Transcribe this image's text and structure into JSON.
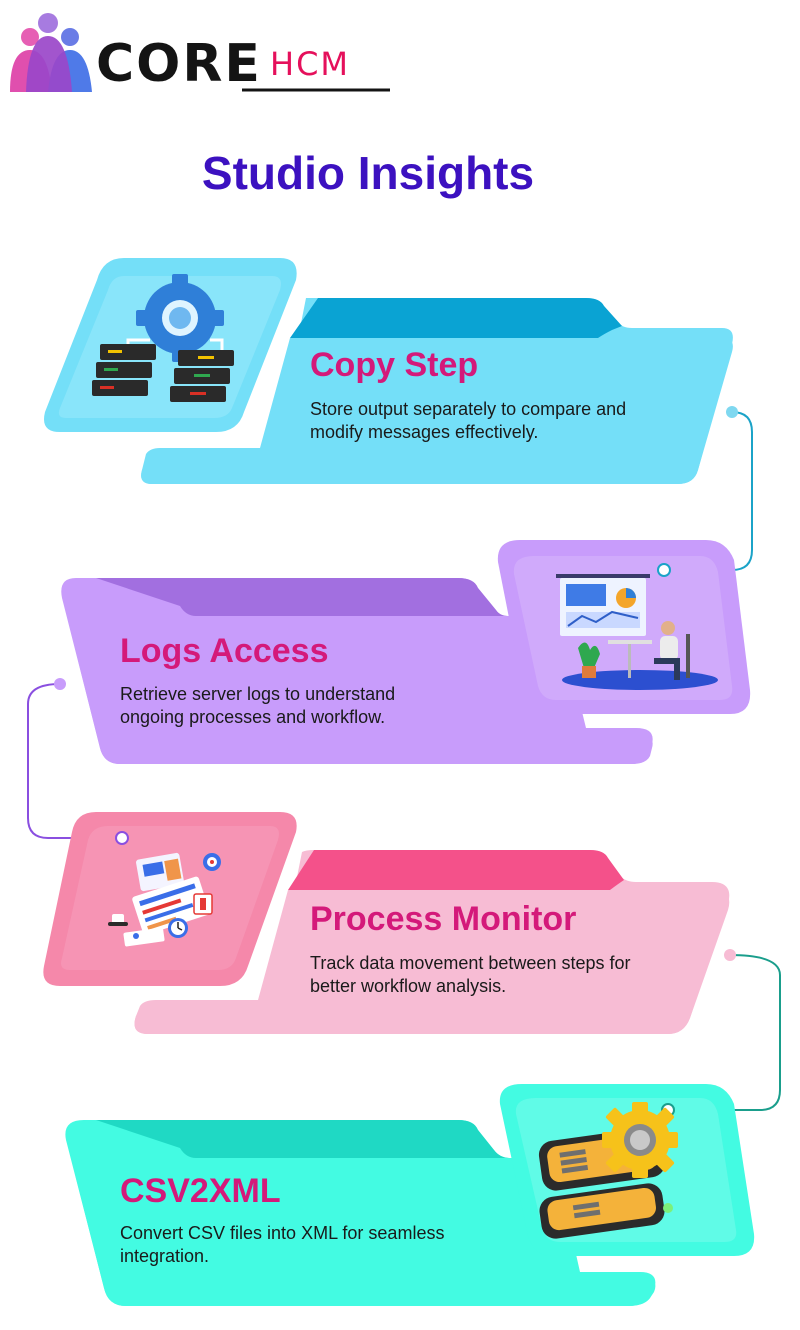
{
  "brand": {
    "word1": "CORE",
    "word2": "HCM"
  },
  "page_title": "Studio Insights",
  "cards": [
    {
      "title": "Copy Step",
      "description": "Store output separately to compare and modify messages effectively.",
      "illustration": "servers-gear-icon",
      "color": "#74dff8"
    },
    {
      "title": "Logs Access",
      "description": "Retrieve server logs to understand ongoing processes and workflow.",
      "illustration": "dashboard-analyst-icon",
      "color": "#c89cfb"
    },
    {
      "title": "Process Monitor",
      "description": "Track data movement between steps for better workflow analysis.",
      "illustration": "reports-clock-icon",
      "color": "#f7bcd4"
    },
    {
      "title": "CSV2XML",
      "description": "Convert CSV files into XML for seamless integration.",
      "illustration": "database-gear-icon",
      "color": "#43fbe2"
    }
  ]
}
